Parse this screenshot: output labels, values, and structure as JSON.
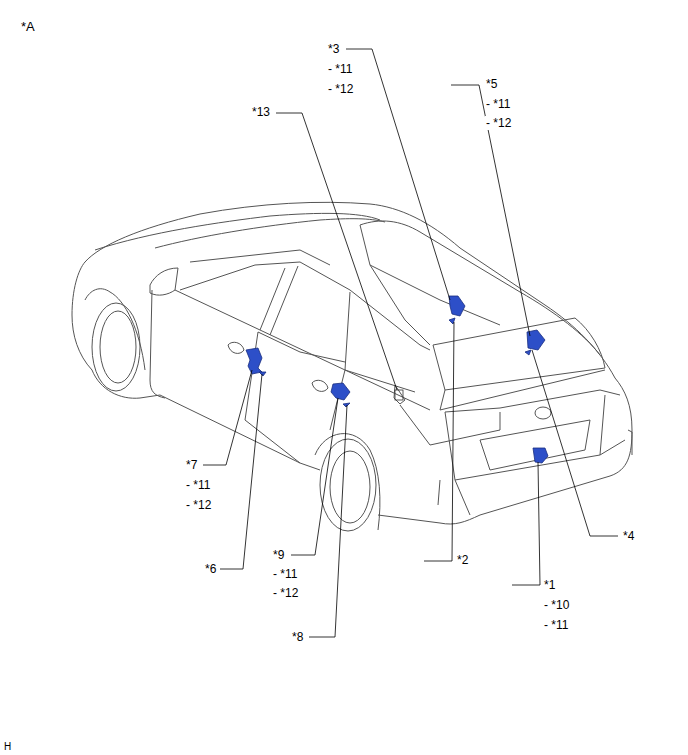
{
  "diagram": {
    "labels": [
      "*A",
      "*3",
      "- *11",
      "- *12",
      "*5",
      "- *11",
      "- *12",
      "*13",
      "*7",
      "- *11",
      "- *12",
      "*4",
      "*2",
      "*1",
      "- *10",
      "- *11",
      "*6",
      "*9",
      "- *11",
      "- *12",
      "*8",
      "H"
    ]
  }
}
